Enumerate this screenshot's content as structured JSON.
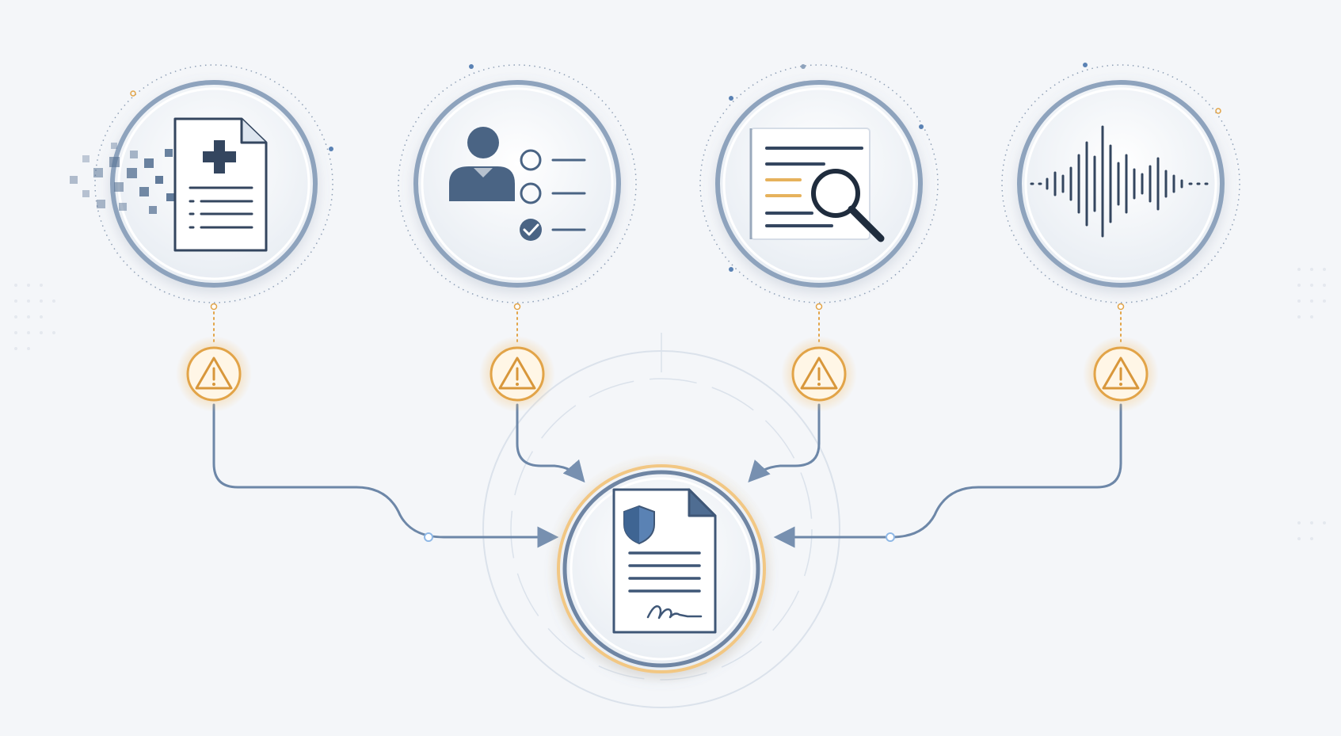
{
  "colors": {
    "background": "#f4f6f9",
    "icon_stroke": "#34465f",
    "icon_fill": "#4a6484",
    "icon_accent": "#5a82b4",
    "node_ring": "#8ea3bd",
    "connector": "#6d87a8",
    "warning": "#e2a448",
    "warning_fill": "#fff6e6",
    "highlight_bar": "#e6b25c",
    "glow": "#f2c783"
  },
  "nodes": [
    {
      "id": "medical-record",
      "icon": "medical-document-pixelated-icon"
    },
    {
      "id": "user-checklist",
      "icon": "user-checklist-icon"
    },
    {
      "id": "document-search",
      "icon": "document-magnifier-icon"
    },
    {
      "id": "audio-waveform",
      "icon": "audio-waveform-icon"
    }
  ],
  "warnings": [
    {
      "icon": "warning-triangle-icon"
    },
    {
      "icon": "warning-triangle-icon"
    },
    {
      "icon": "warning-triangle-icon"
    },
    {
      "icon": "warning-triangle-icon"
    }
  ],
  "center": {
    "id": "protected-signed-document",
    "icon": "shield-signed-document-icon"
  }
}
